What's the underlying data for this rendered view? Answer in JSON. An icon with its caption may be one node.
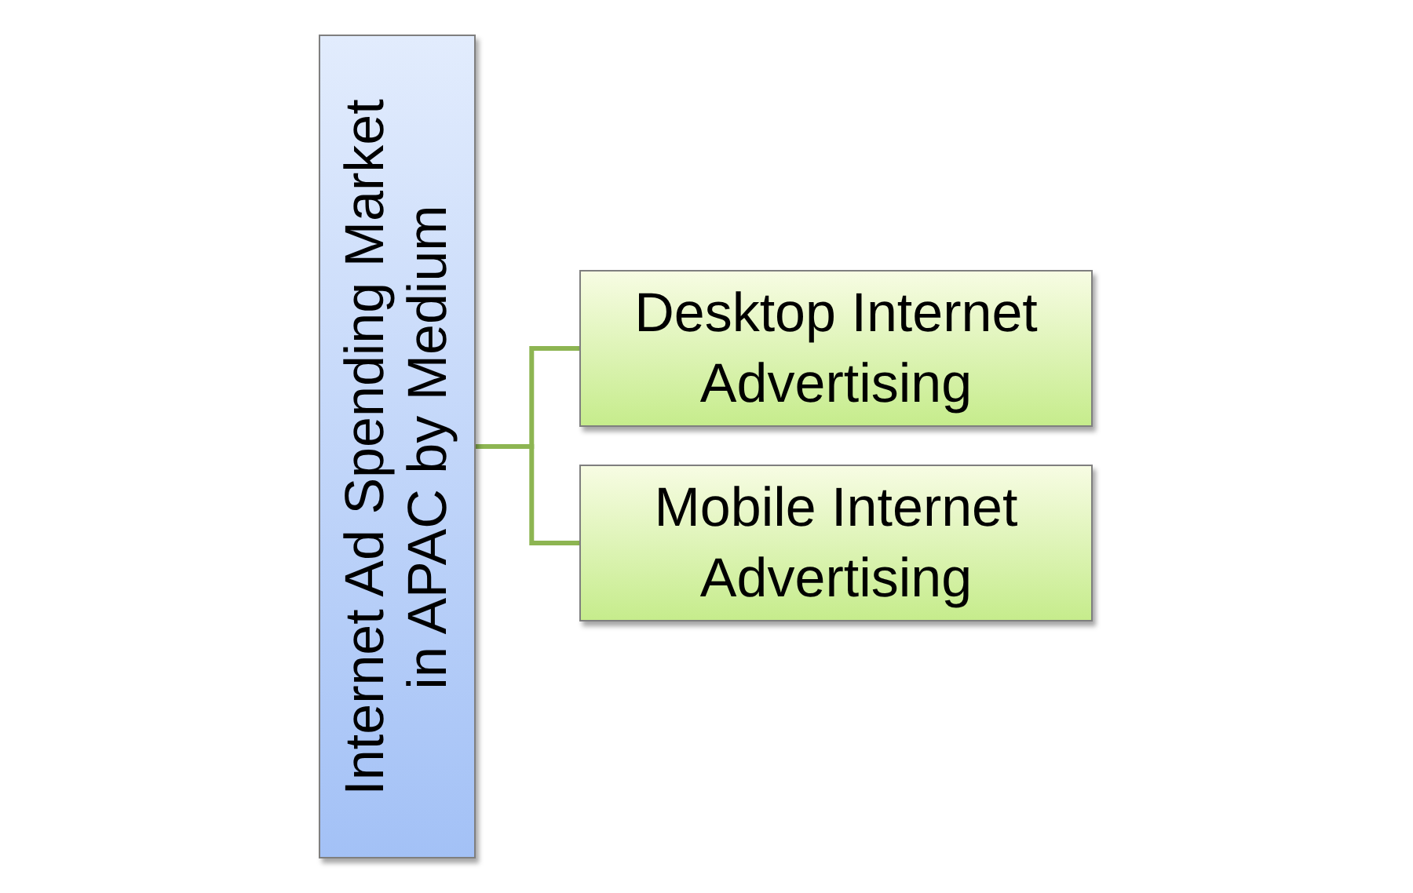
{
  "diagram": {
    "nodes": [
      {
        "text": [
          "Internet Ad Spending Market in APAC by Medium"
        ]
      },
      {
        "text": [
          "Desktop Internet Advertising"
        ]
      },
      {
        "text": [
          "Mobile Internet Advertising"
        ]
      }
    ],
    "edges": [
      {
        "from": 0,
        "to": 1,
        "arrow": "none"
      },
      {
        "from": 0,
        "to": 2,
        "arrow": "none"
      }
    ]
  }
}
